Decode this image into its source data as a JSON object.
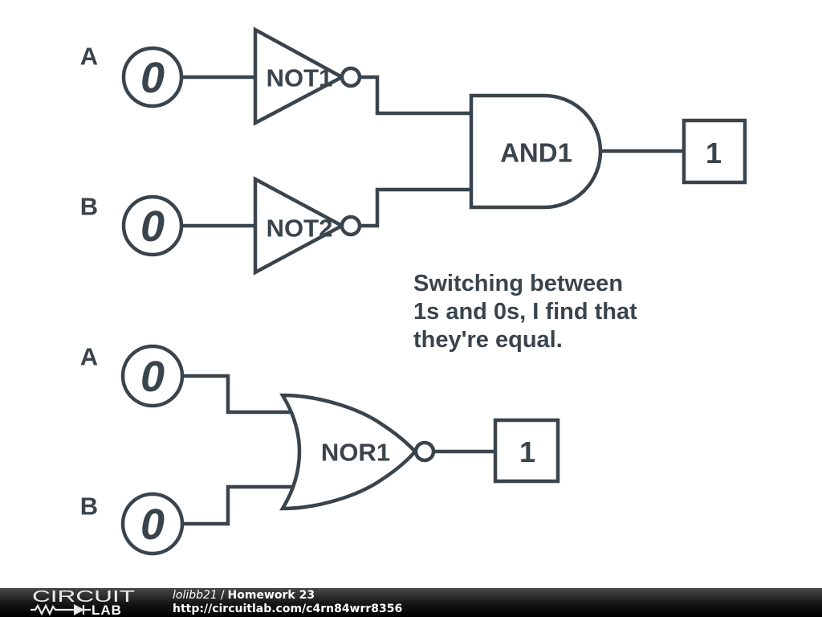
{
  "colors": {
    "stroke": "#3A444C",
    "background": "#FFFFFF",
    "footer_background": "#000000",
    "footer_text": "#FFFFFF"
  },
  "circuit_top": {
    "input_a": {
      "label": "A",
      "value": "0"
    },
    "input_b": {
      "label": "B",
      "value": "0"
    },
    "not1_label": "NOT1",
    "not2_label": "NOT2",
    "and1_label": "AND1",
    "output_value": "1"
  },
  "circuit_bottom": {
    "input_a": {
      "label": "A",
      "value": "0"
    },
    "input_b": {
      "label": "B",
      "value": "0"
    },
    "nor1_label": "NOR1",
    "output_value": "1"
  },
  "annotation": {
    "lines": [
      "Switching between",
      "1s and 0s, I find that",
      "they're equal."
    ]
  },
  "footer": {
    "logo_circuit": "CIRCUIT",
    "logo_lab": "LAB",
    "user": "lolibb21",
    "separator": "/",
    "title": "Homework 23",
    "url": "http://circuitlab.com/c4rn84wrr8356"
  }
}
